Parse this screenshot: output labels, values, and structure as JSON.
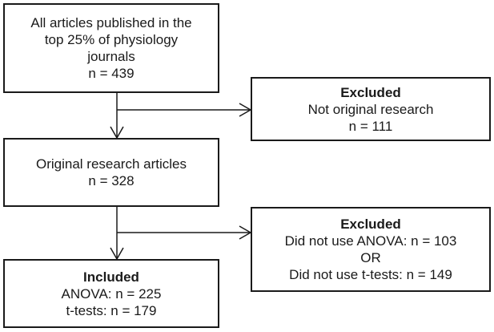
{
  "flowchart": {
    "start": {
      "lines": [
        "All articles published in the",
        "top 25% of physiology",
        "journals",
        "n = 439"
      ]
    },
    "excluded_1": {
      "heading": "Excluded",
      "lines": [
        "Not original research",
        "n = 111"
      ]
    },
    "original": {
      "lines": [
        "Original research articles",
        "n = 328"
      ]
    },
    "excluded_2": {
      "heading": "Excluded",
      "lines": [
        "Did not use ANOVA: n = 103",
        "OR",
        "Did not use t-tests: n = 149"
      ]
    },
    "included": {
      "heading": "Included",
      "lines": [
        "ANOVA: n = 225",
        "t-tests: n = 179"
      ]
    }
  }
}
